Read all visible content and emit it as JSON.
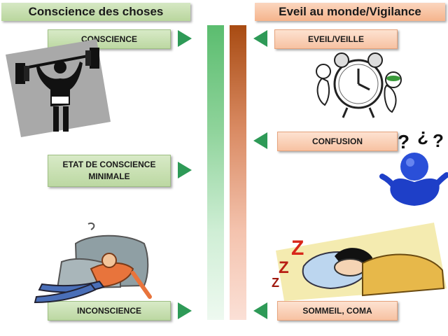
{
  "headers": {
    "left": "Conscience des choses",
    "right": "Eveil au monde/Vigilance"
  },
  "left_boxes": {
    "conscience": "CONSCIENCE",
    "minimale": "ETAT DE CONSCIENCE MINIMALE",
    "inconscience": "INCONSCIENCE"
  },
  "right_boxes": {
    "eveil": "EVEIL/VEILLE",
    "confusion": "CONFUSION",
    "sommeil": "SOMMEIL, COMA"
  },
  "colors": {
    "green_arrow": "#2e9a57",
    "green_bar_top": "#5bbd6f",
    "orange_bar_top": "#a84b12"
  },
  "icons": {
    "strongman": "weightlifter-illustration",
    "clock": "alarm-clock-illustration",
    "confused": "confused-figure-illustration",
    "fainted": "fainted-man-illustration",
    "sleeping": "sleeping-child-illustration"
  }
}
